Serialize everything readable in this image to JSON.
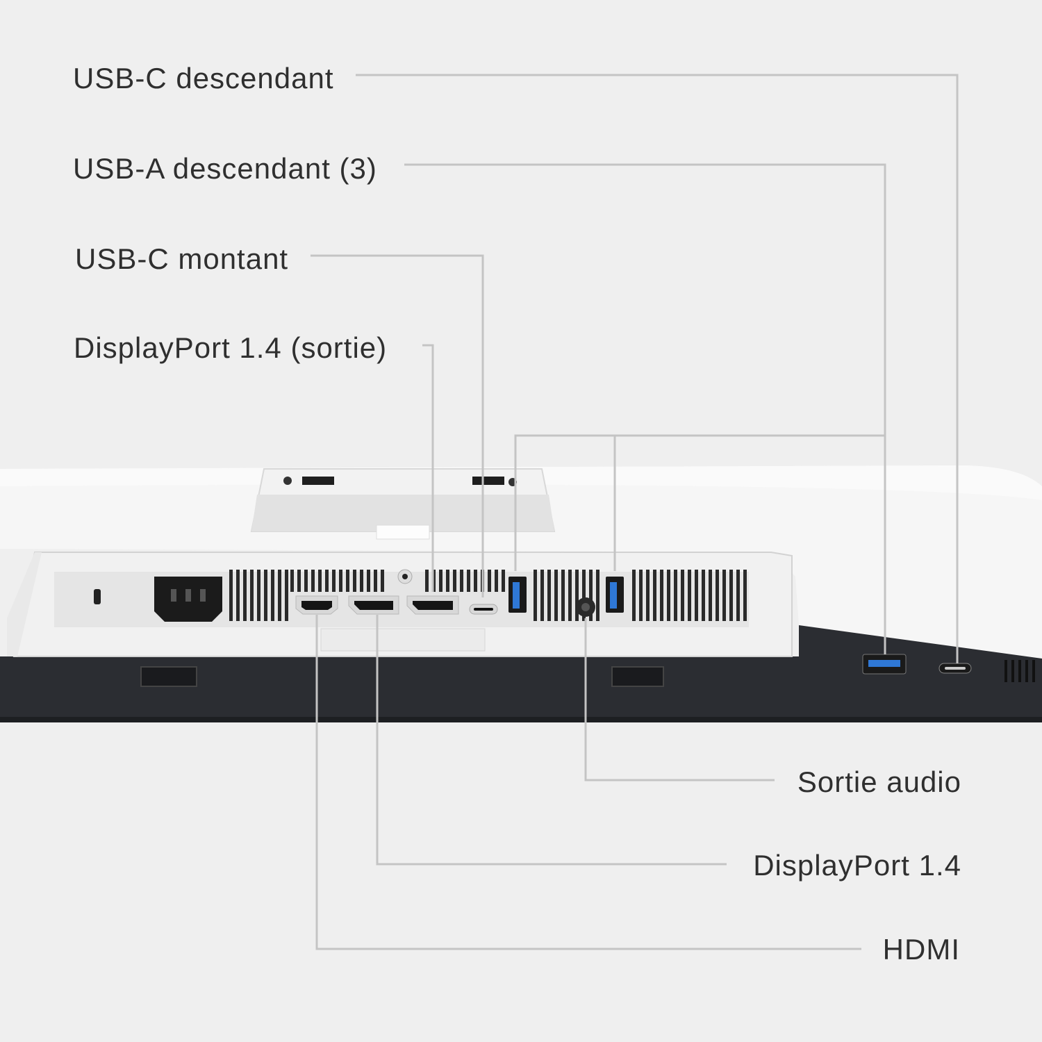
{
  "labels": {
    "usbc_down": "USB-C descendant",
    "usba_down": "USB-A descendant (3)",
    "usbc_up": "USB-C montant",
    "dp_out": "DisplayPort 1.4 (sortie)",
    "audio_out": "Sortie audio",
    "dp_in": "DisplayPort 1.4",
    "hdmi": "HDMI"
  },
  "colors": {
    "background": "#efefef",
    "leader_line": "#c4c4c4",
    "monitor_body": "#f7f7f7",
    "monitor_dark": "#2a2c31",
    "usb3_blue": "#2f78d6",
    "text": "#2f2f2f"
  },
  "icons": {
    "power": "power-socket-icon",
    "lock": "kensington-lock-icon",
    "hdmi": "hdmi-port-icon",
    "displayport": "displayport-icon",
    "usbc": "usb-c-port-icon",
    "usba": "usb-a-port-icon",
    "audio": "audio-jack-icon"
  }
}
